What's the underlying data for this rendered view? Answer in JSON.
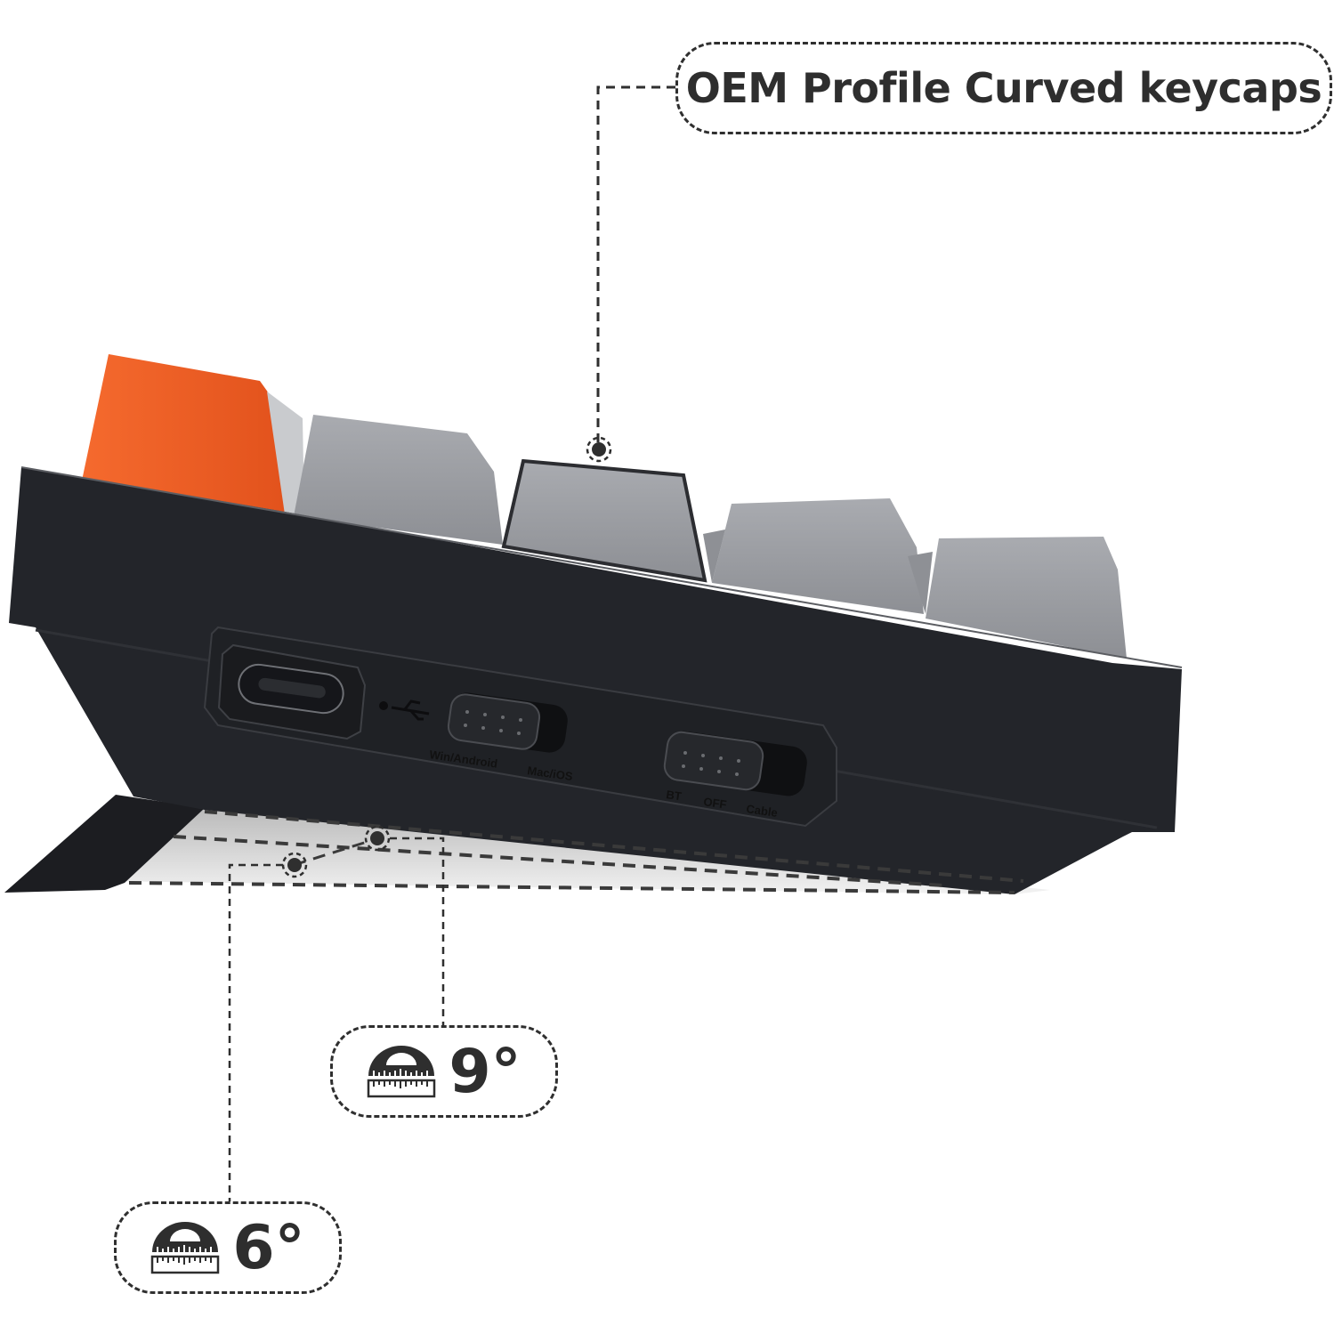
{
  "callouts": {
    "keycaps": {
      "label": "OEM Profile Curved keycaps"
    },
    "angle_high": {
      "icon": "protractor-ruler-icon",
      "value": "9°"
    },
    "angle_low": {
      "icon": "protractor-ruler-icon",
      "value": "6°"
    }
  },
  "keyboard": {
    "ports": {
      "usb_c": {
        "icon": "usb-c-port-icon"
      },
      "usb_symbol": {
        "icon": "usb-icon"
      },
      "os_switch": {
        "labels": [
          "Win/Android",
          "Mac/iOS"
        ]
      },
      "mode_switch": {
        "labels": [
          "BT",
          "OFF",
          "Cable"
        ]
      }
    },
    "colors": {
      "case": "#23252a",
      "keycap_gray": "#9c9ea3",
      "keycap_orange": "#f0602a",
      "outline": "#2f2f2f"
    }
  }
}
